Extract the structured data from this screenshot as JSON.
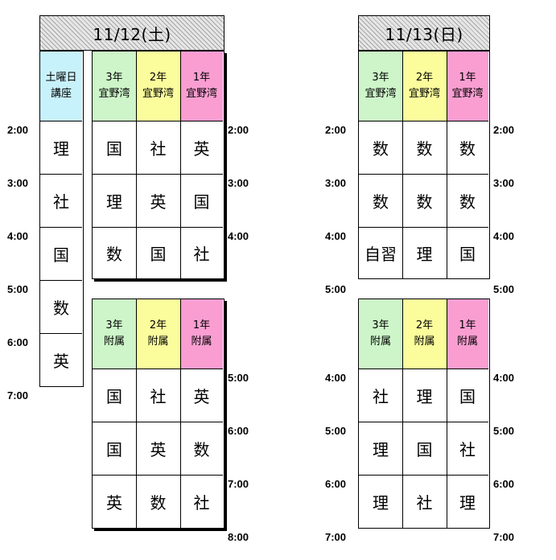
{
  "days": {
    "sat": {
      "title": "11/12(土)"
    },
    "sun": {
      "title": "11/13(日)"
    }
  },
  "saturday_lecture": {
    "header": [
      "土曜日",
      "講座"
    ],
    "subjects": [
      "理",
      "社",
      "国",
      "数",
      "英"
    ],
    "times": [
      "2:00",
      "3:00",
      "4:00",
      "5:00",
      "6:00",
      "7:00"
    ]
  },
  "sat_ginowan": {
    "headers": [
      [
        "3年",
        "宜野湾"
      ],
      [
        "2年",
        "宜野湾"
      ],
      [
        "1年",
        "宜野湾"
      ]
    ],
    "rows": [
      [
        "国",
        "社",
        "英"
      ],
      [
        "理",
        "英",
        "国"
      ],
      [
        "数",
        "国",
        "社"
      ]
    ],
    "times": [
      "2:00",
      "3:00",
      "4:00"
    ]
  },
  "sat_fuzoku": {
    "headers": [
      [
        "3年",
        "附属"
      ],
      [
        "2年",
        "附属"
      ],
      [
        "1年",
        "附属"
      ]
    ],
    "rows": [
      [
        "国",
        "社",
        "英"
      ],
      [
        "国",
        "英",
        "数"
      ],
      [
        "英",
        "数",
        "社"
      ]
    ],
    "times": [
      "5:00",
      "6:00",
      "7:00",
      "8:00"
    ]
  },
  "sun_ginowan": {
    "headers": [
      [
        "3年",
        "宜野湾"
      ],
      [
        "2年",
        "宜野湾"
      ],
      [
        "1年",
        "宜野湾"
      ]
    ],
    "rows": [
      [
        "数",
        "数",
        "数"
      ],
      [
        "数",
        "数",
        "数"
      ],
      [
        "自習",
        "理",
        "国"
      ]
    ],
    "times_left": [
      "2:00",
      "3:00",
      "4:00",
      "5:00"
    ],
    "times_right": [
      "2:00",
      "3:00",
      "4:00",
      "5:00"
    ]
  },
  "sun_fuzoku": {
    "headers": [
      [
        "3年",
        "附属"
      ],
      [
        "2年",
        "附属"
      ],
      [
        "1年",
        "附属"
      ]
    ],
    "rows": [
      [
        "社",
        "理",
        "国"
      ],
      [
        "理",
        "国",
        "社"
      ],
      [
        "理",
        "社",
        "理"
      ]
    ],
    "times_left": [
      "4:00",
      "5:00",
      "6:00",
      "7:00"
    ],
    "times_right": [
      "4:00",
      "5:00",
      "6:00",
      "7:00"
    ]
  },
  "colors": {
    "grade3": "#cdf5c9",
    "grade2": "#fbfd9c",
    "grade1": "#fa9ed2",
    "saturday": "#c8f2fb"
  }
}
